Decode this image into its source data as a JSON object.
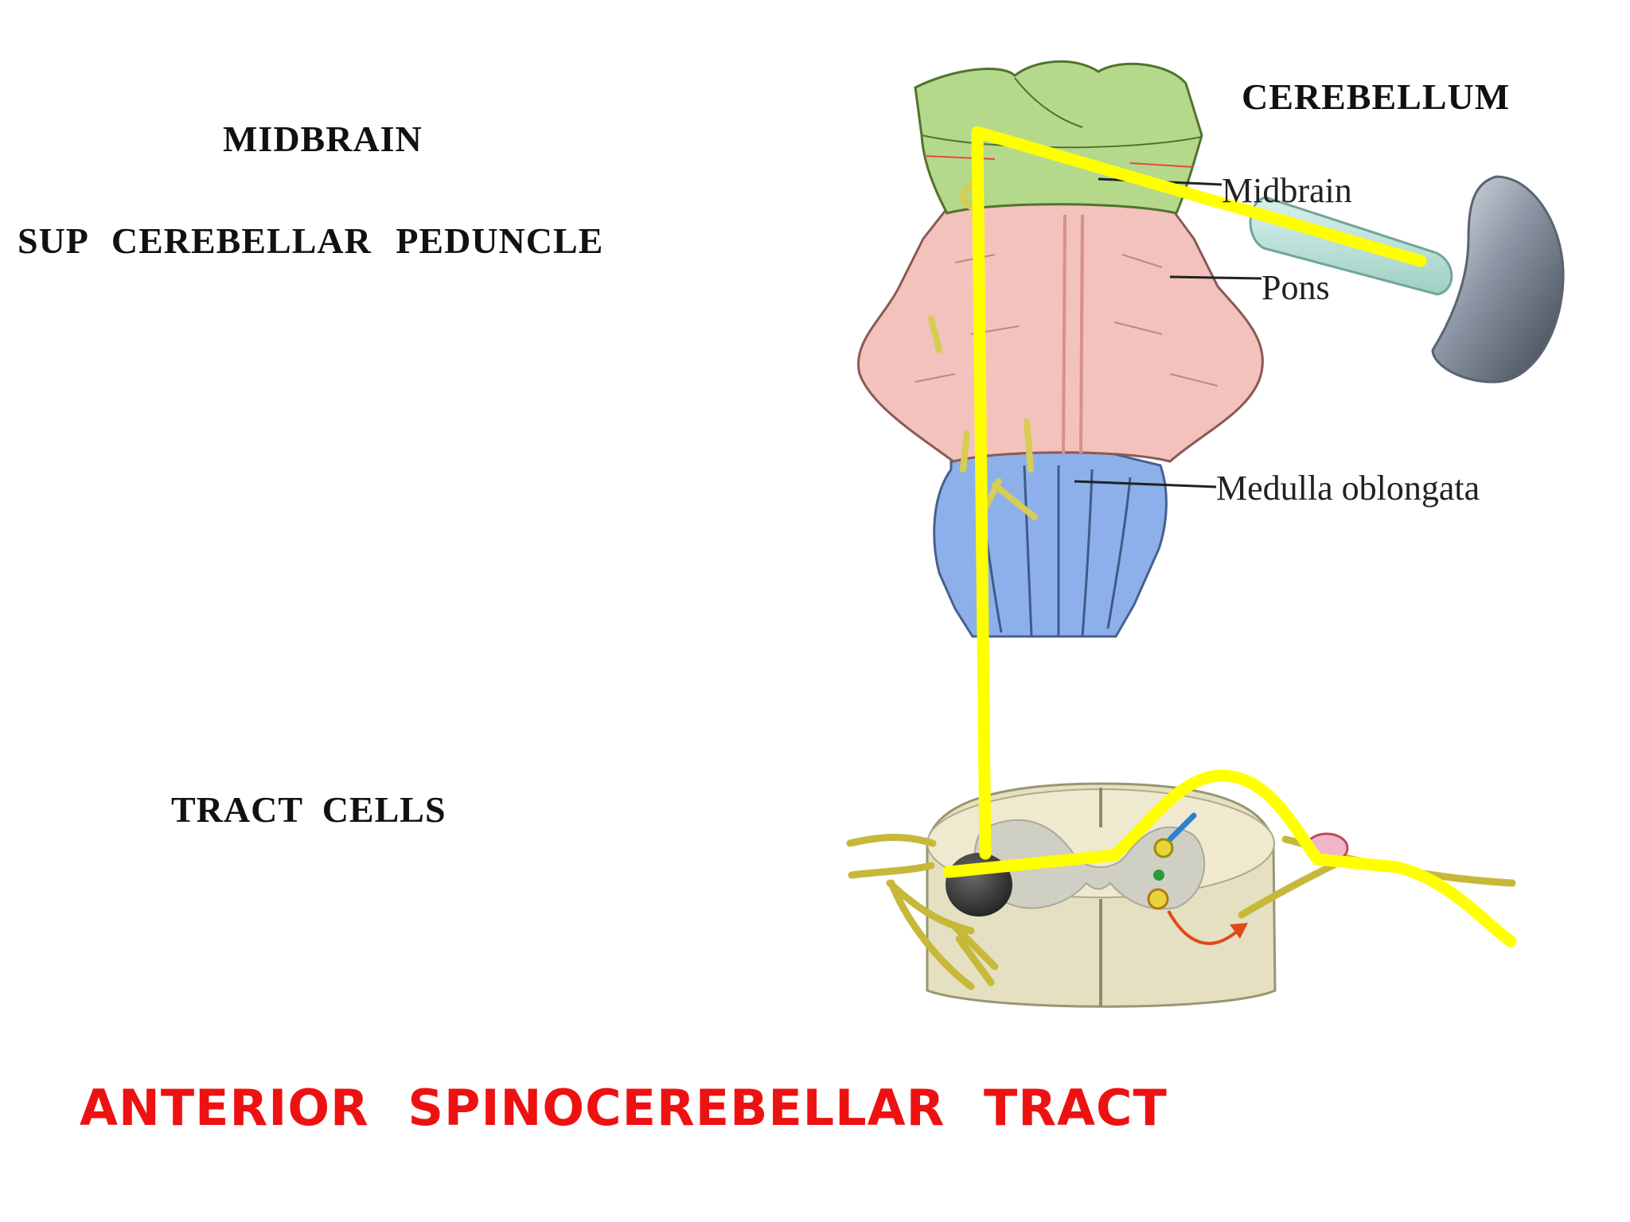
{
  "labels": {
    "midbrain": "MIDBRAIN",
    "sup_cerebellar_peduncle": "SUP   CEREBELLAR   PEDUNCLE",
    "cerebellum": "CEREBELLUM",
    "tract_cells": "TRACT  CELLS",
    "title": "ANTERIOR   SPINOCEREBELLAR   TRACT"
  },
  "brainstem_labels": {
    "midbrain": "Midbrain",
    "pons": "Pons",
    "medulla": "Medulla oblongata"
  },
  "colors": {
    "midbrain": "#b5d98a",
    "pons": "#f3c2bc",
    "medulla": "#8eb0ea",
    "spinal_cord": "#efe9cf",
    "tract_line": "#ffff00",
    "title": "#ee1111"
  }
}
